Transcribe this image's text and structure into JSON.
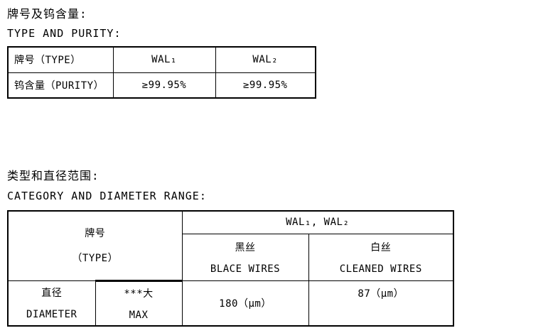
{
  "colors": {
    "ink": "#000000",
    "paper": "#ffffff"
  },
  "section1": {
    "heading_zh": "牌号及钨含量:",
    "heading_en": "TYPE AND PURITY:",
    "table": {
      "rows": [
        [
          "牌号（TYPE）",
          "WAL₁",
          "WAL₂"
        ],
        [
          "钨含量（PURITY）",
          "≥99.95%",
          "≥99.95%"
        ]
      ]
    }
  },
  "section2": {
    "heading_zh": "类型和直径范围:",
    "heading_en": "CATEGORY AND DIAMETER RANGE:",
    "table": {
      "type_label_zh": "牌号",
      "type_label_en": "（TYPE）",
      "wal_header": "WAL₁, WAL₂",
      "black_wires_zh": "黑丝",
      "black_wires_en": "BLACE WIRES",
      "cleaned_wires_zh": "白丝",
      "cleaned_wires_en": "CLEANED WIRES",
      "diameter_zh": "直径",
      "diameter_en": "DIAMETER",
      "max_zh": "***大",
      "max_en": "MAX",
      "black_wires_value": "180（μm）",
      "cleaned_wires_value": "87（μm）"
    }
  }
}
